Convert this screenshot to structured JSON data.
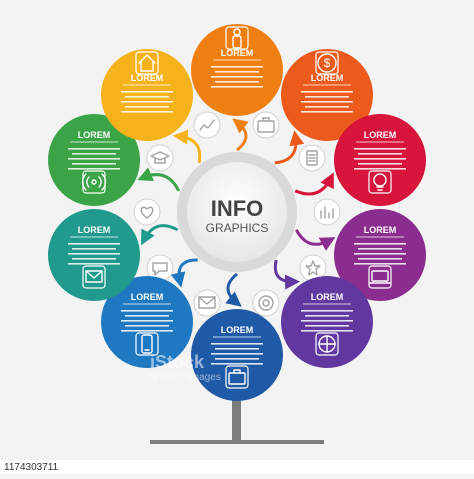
{
  "center": {
    "title": "INFO",
    "subtitle": "GRAPHICS"
  },
  "circles": [
    {
      "label": "LOREM",
      "color": "#f07f12",
      "icon": "person-icon"
    },
    {
      "label": "LOREM",
      "color": "#ec5b1c",
      "icon": "dollar-icon"
    },
    {
      "label": "LOREM",
      "color": "#d6143c",
      "icon": "lightbulb-icon"
    },
    {
      "label": "LOREM",
      "color": "#8b2d8e",
      "icon": "laptop-icon"
    },
    {
      "label": "LOREM",
      "color": "#6137a0",
      "icon": "basketball-icon"
    },
    {
      "label": "LOREM",
      "color": "#1f5aa7",
      "icon": "briefcase-icon"
    },
    {
      "label": "LOREM",
      "color": "#1e78c2",
      "icon": "phone-icon"
    },
    {
      "label": "LOREM",
      "color": "#1f9a8c",
      "icon": "mail-icon"
    },
    {
      "label": "LOREM",
      "color": "#3aa447",
      "icon": "signal-icon"
    },
    {
      "label": "LOREM",
      "color": "#f6b21a",
      "icon": "house-icon"
    }
  ],
  "small_icons": [
    "chart-icon",
    "briefcase-icon",
    "document-icon",
    "bar-chart-icon",
    "star-icon",
    "target-icon",
    "mail-icon",
    "chat-icon",
    "heart-icon",
    "graduation-cap-icon"
  ],
  "credit": {
    "id": "1174303711"
  },
  "watermark": {
    "text": "iStock",
    "subtext": "by Getty Images"
  }
}
